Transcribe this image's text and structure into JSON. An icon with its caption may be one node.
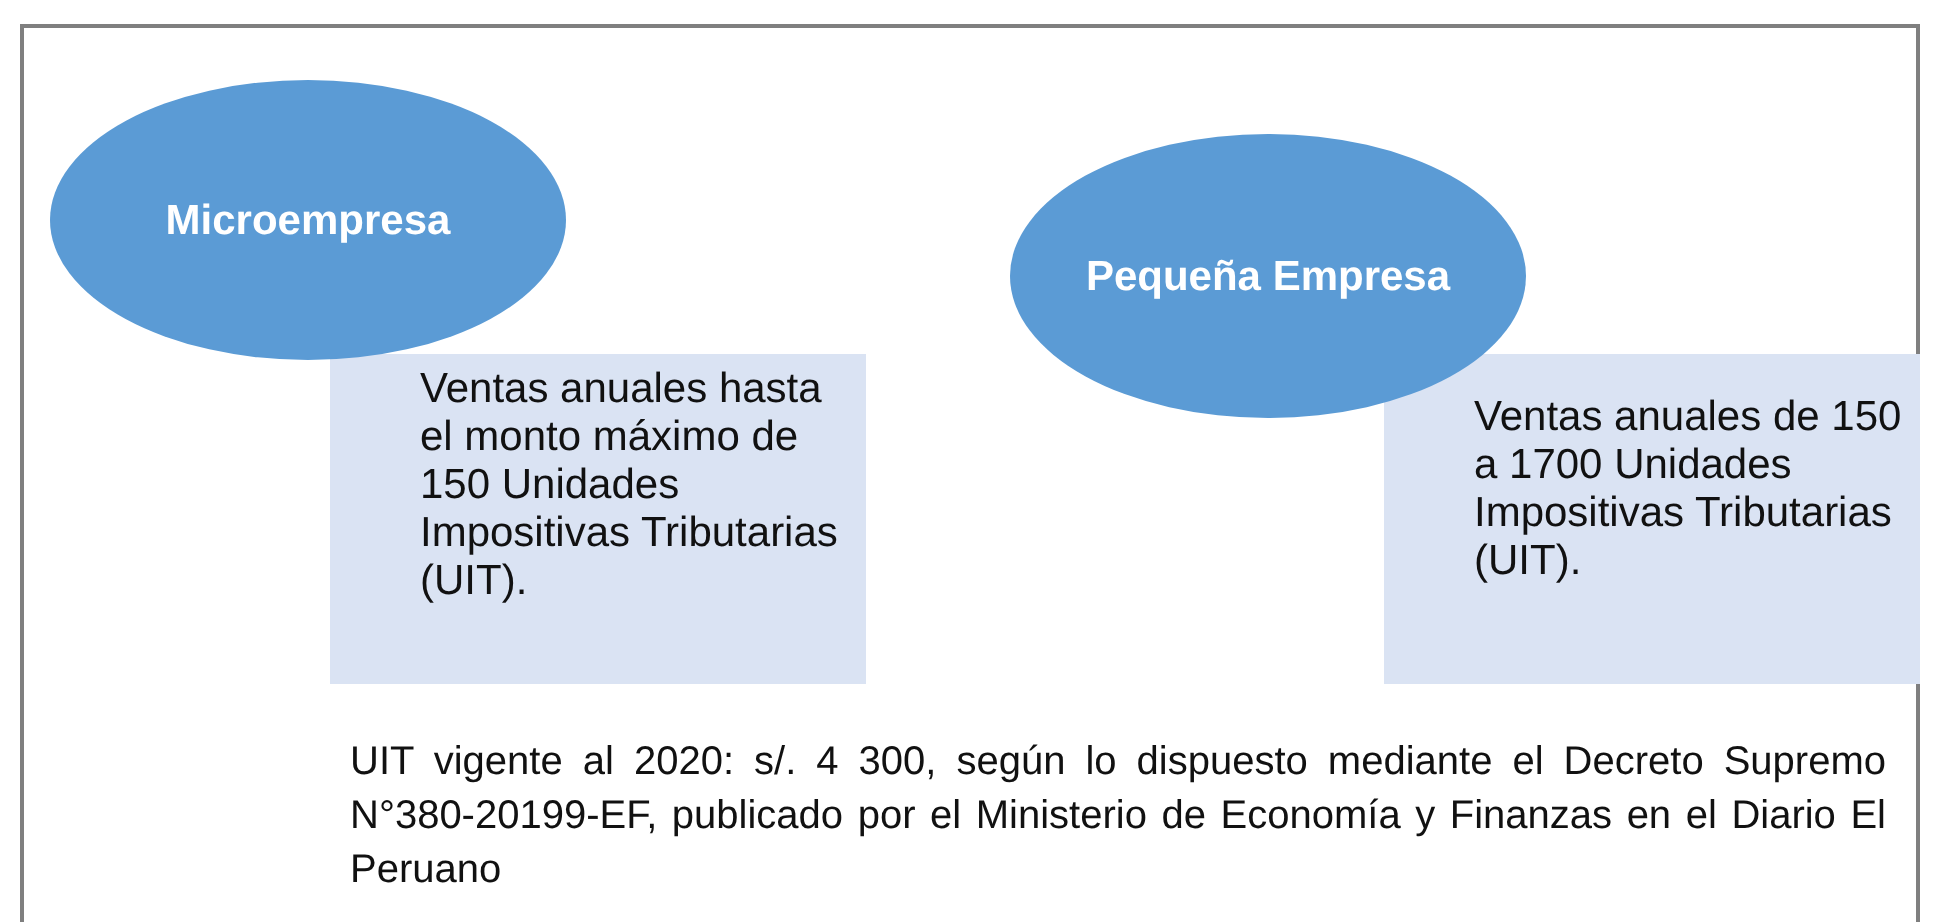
{
  "diagram": {
    "nodes": [
      {
        "text": [
          "Microempresa"
        ]
      },
      {
        "text": [
          "Ventas anuales hasta el monto máximo de 150 Unidades Impositivas Tributarias (UIT)."
        ]
      },
      {
        "text": [
          "Pequeña Empresa"
        ]
      },
      {
        "text": [
          "Ventas anuales de 150 a 1700 Unidades Impositivas Tributarias (UIT)."
        ]
      }
    ],
    "edges": [],
    "labels": [
      "UIT vigente al 2020: s/. 4 300, según lo dispuesto mediante el Decreto Supremo N°380-20199-EF, publicado por el Ministerio de Economía y Finanzas en el Diario El Peruano"
    ]
  }
}
